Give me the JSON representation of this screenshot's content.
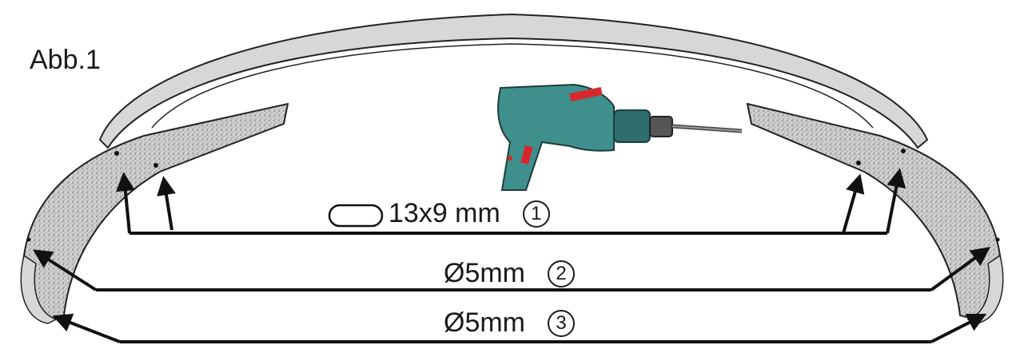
{
  "figure_label": "Abb.1",
  "callouts": [
    {
      "id": 1,
      "text": "13x9 mm",
      "number": "1",
      "hole_shape": "slot"
    },
    {
      "id": 2,
      "text": "Ø5mm",
      "number": "2",
      "hole_shape": "round"
    },
    {
      "id": 3,
      "text": "Ø5mm",
      "number": "3",
      "hole_shape": "round"
    }
  ],
  "colors": {
    "shell": "#d4d4d4",
    "shell_outline": "#2a2a2a",
    "foam": "#c8c8c8",
    "arrow": "#111111",
    "drill_body": "#3f8f8d",
    "drill_accent": "#d8262b"
  },
  "icons": {
    "drill": "power-drill-icon",
    "slot_hole": "slot-hole-icon"
  }
}
